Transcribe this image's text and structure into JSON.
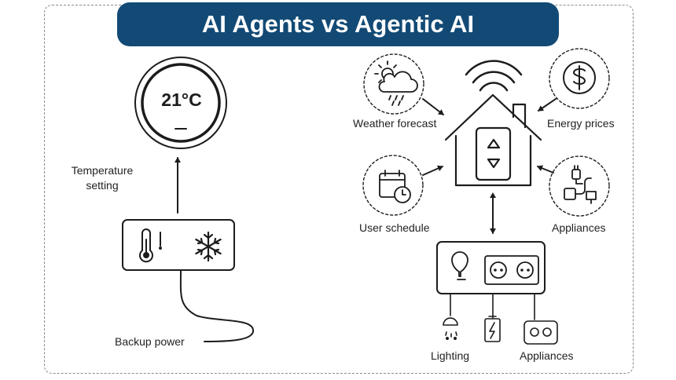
{
  "title": "AI Agents vs Agentic AI",
  "thermostat": {
    "temperature": "21°C",
    "temperature_setting_line1": "Temperature",
    "temperature_setting_line2": "setting",
    "backup_power": "Backup power"
  },
  "smart_home": {
    "weather_forecast": "Weather forecast",
    "energy_prices": "Energy prices",
    "user_schedule": "User schedule",
    "appliances_input": "Appliances",
    "lighting": "Lighting",
    "appliances_output": "Appliances"
  },
  "colors": {
    "banner": "#124a75",
    "stroke": "#1c1c1c",
    "dashed_border": "#8a8a8a"
  }
}
